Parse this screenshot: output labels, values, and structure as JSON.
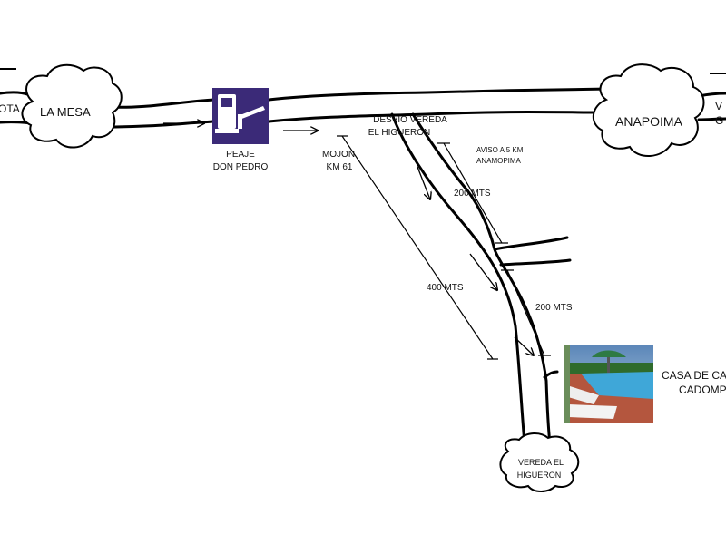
{
  "towns": {
    "left_edge": "OTA",
    "la_mesa": "LA MESA",
    "anapoima": "ANAPOIMA",
    "right_edge_line1": "V",
    "right_edge_line2": "G"
  },
  "toll": {
    "line1": "PEAJE",
    "line2": "DON PEDRO",
    "icon_color": "#3b2a78"
  },
  "junction": {
    "line1": "DESVIO VEREDA",
    "line2": "EL HIGUERON"
  },
  "mojon": {
    "line1": "MOJON",
    "line2": "KM 61"
  },
  "aviso": {
    "line1": "AVISO A 5 KM",
    "line2": "ANAMOPIMA"
  },
  "distances": {
    "d1": "200 MTS",
    "d2": "400  MTS",
    "d3": "200 MTS"
  },
  "destination": {
    "line1": "CASA DE CAM",
    "line2": "CADOMP"
  },
  "vereda_cloud": {
    "line1": "VEREDA EL",
    "line2": "HIGUERON"
  }
}
